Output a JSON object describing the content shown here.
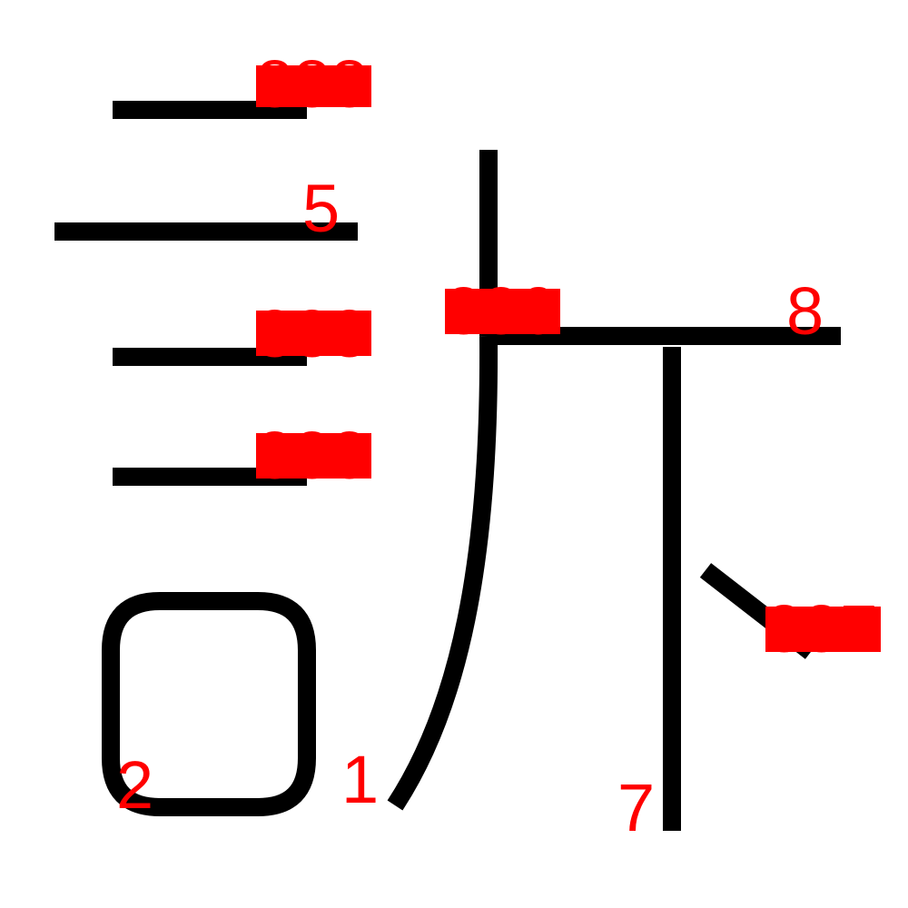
{
  "diagram": {
    "stroke_color": "#000000",
    "label_color": "#ff0000",
    "labels": {
      "stroke_1": "1",
      "stroke_2": "2",
      "stroke_5": "5",
      "stroke_7": "7",
      "stroke_8": "8"
    }
  }
}
